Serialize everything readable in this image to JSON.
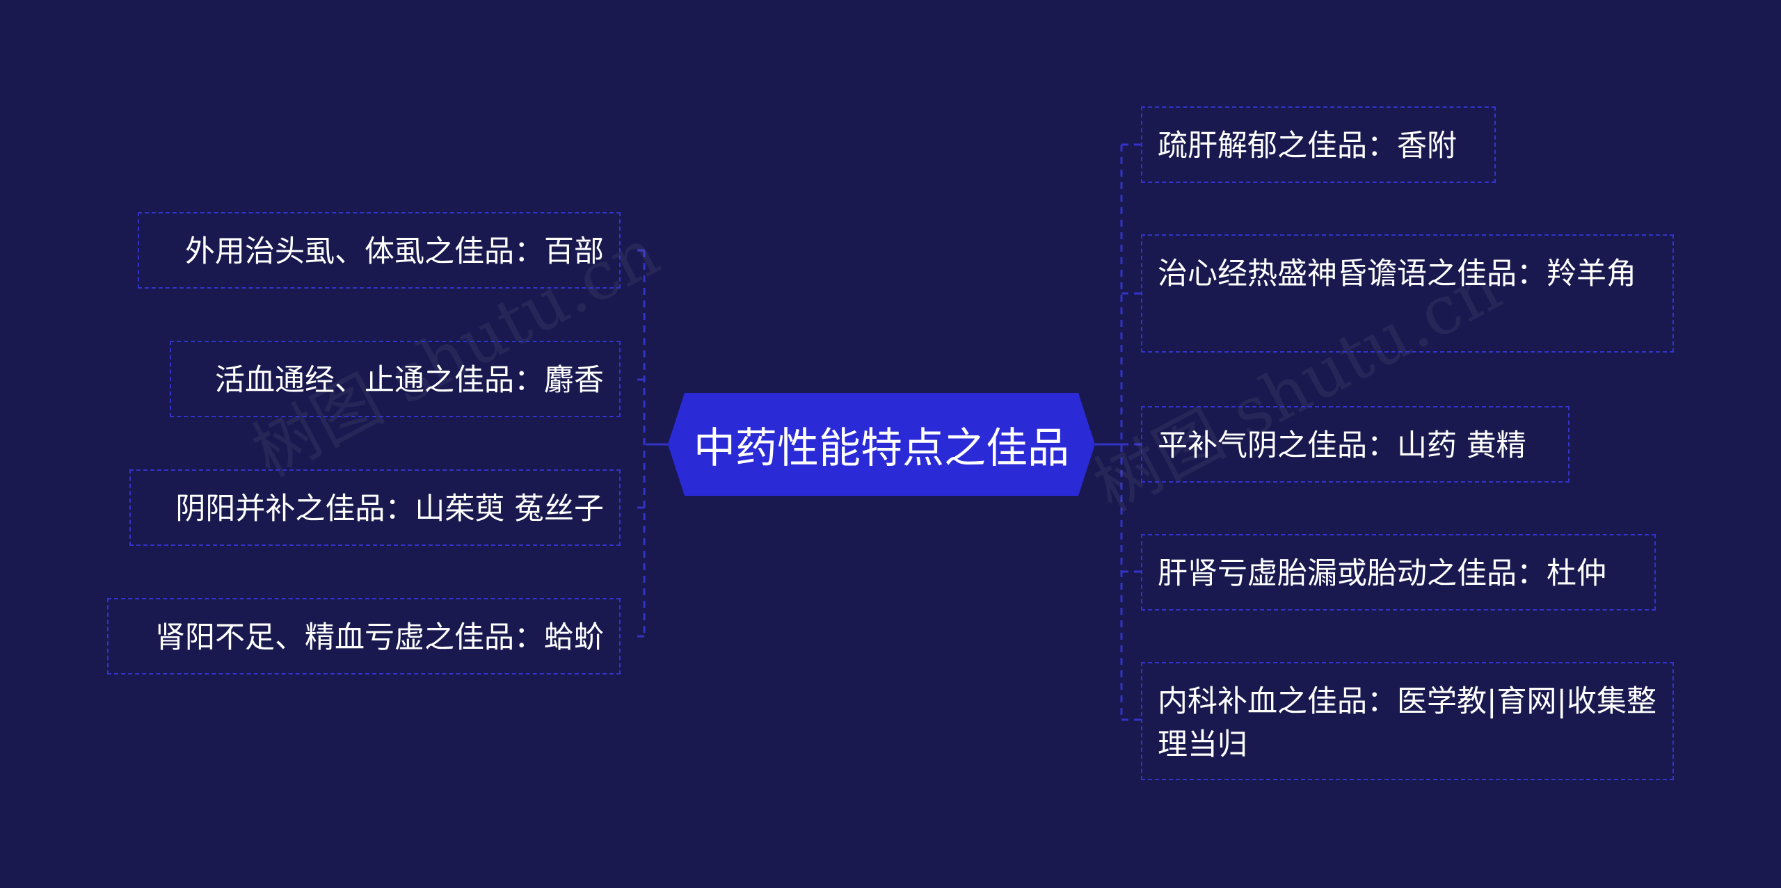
{
  "root": {
    "label": "中药性能特点之佳品"
  },
  "left_nodes": [
    {
      "label": "外用治头虱、体虱之佳品：百部"
    },
    {
      "label": "活血通经、止通之佳品：麝香"
    },
    {
      "label": "阴阳并补之佳品：山茱萸 菟丝子"
    },
    {
      "label": "肾阳不足、精血亏虚之佳品：蛤蚧"
    }
  ],
  "right_nodes": [
    {
      "label": "疏肝解郁之佳品：香附"
    },
    {
      "label": "治心经热盛神昏谵语之佳品：羚羊角"
    },
    {
      "label": "平补气阴之佳品：山药 黄精"
    },
    {
      "label": "肝肾亏虚胎漏或胎动之佳品：杜仲"
    },
    {
      "label": "内科补血之佳品：医学教|育网|收集整理当归"
    }
  ],
  "watermarks": [
    "树图 shutu.cn",
    "树图 shutu.cn"
  ],
  "colors": {
    "background": "#19194f",
    "root_fill": "#2a2ad6",
    "node_border": "#3333c8",
    "link": "#3333c8",
    "text": "#ffffff"
  }
}
